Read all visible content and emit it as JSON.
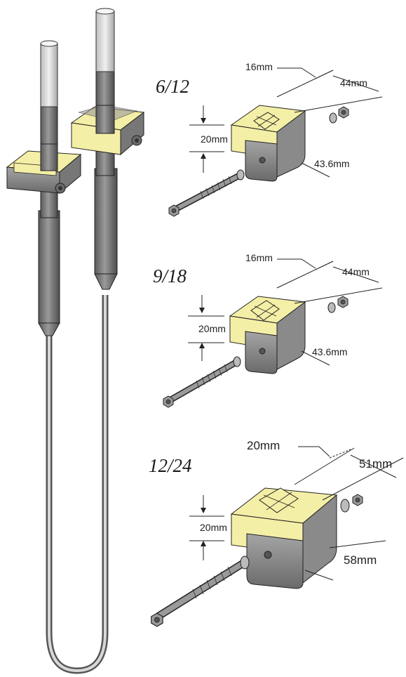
{
  "colors": {
    "yellow": "#f4efa6",
    "metal": "#8e8e8e",
    "metal_dark": "#5f5f5f",
    "metal_light": "#d2d2d2"
  },
  "clamps": [
    {
      "title": "6/12",
      "width": "16mm",
      "length": "44mm",
      "height": "20mm",
      "depth": "43.6mm"
    },
    {
      "title": "9/18",
      "width": "16mm",
      "length": "44mm",
      "height": "20mm",
      "depth": "43.6mm"
    },
    {
      "title": "12/24",
      "width": "20mm",
      "length": "51mm",
      "height": "20mm",
      "depth": "58mm"
    }
  ]
}
